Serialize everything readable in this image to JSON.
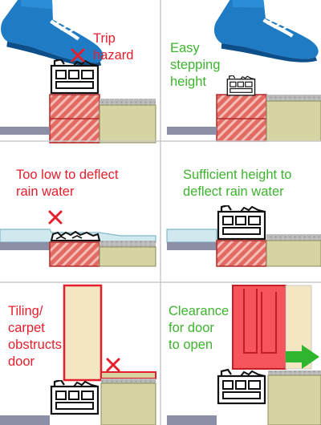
{
  "panels": {
    "p1": {
      "caption": "Trip\nhazard",
      "verdict": "bad"
    },
    "p2": {
      "caption": "Easy\nstepping\nheight",
      "verdict": "good"
    },
    "p3": {
      "caption": "Too low to deflect\nrain water",
      "verdict": "bad"
    },
    "p4": {
      "caption": "Sufficient height to\ndeflect rain water",
      "verdict": "good"
    },
    "p5": {
      "caption": "Tiling/\ncarpet\nobstructs\ndoor",
      "verdict": "bad"
    },
    "p6": {
      "caption": "Clearance\nfor door\nto open",
      "verdict": "good"
    }
  },
  "colors": {
    "bad": "#e41e2b",
    "good": "#3db42e",
    "shoe": "#1f7cc4",
    "brick": "#d9534f",
    "water": "#cfe9ef",
    "subfloor": "#8d8fa6",
    "floor_finish": "#d6d4a3",
    "screed": "#b3b3b3",
    "door_panel": "#f3e6c2",
    "door_open": "#f4545a",
    "arrow": "#2fb52f",
    "grid": "#c8c8c8"
  }
}
